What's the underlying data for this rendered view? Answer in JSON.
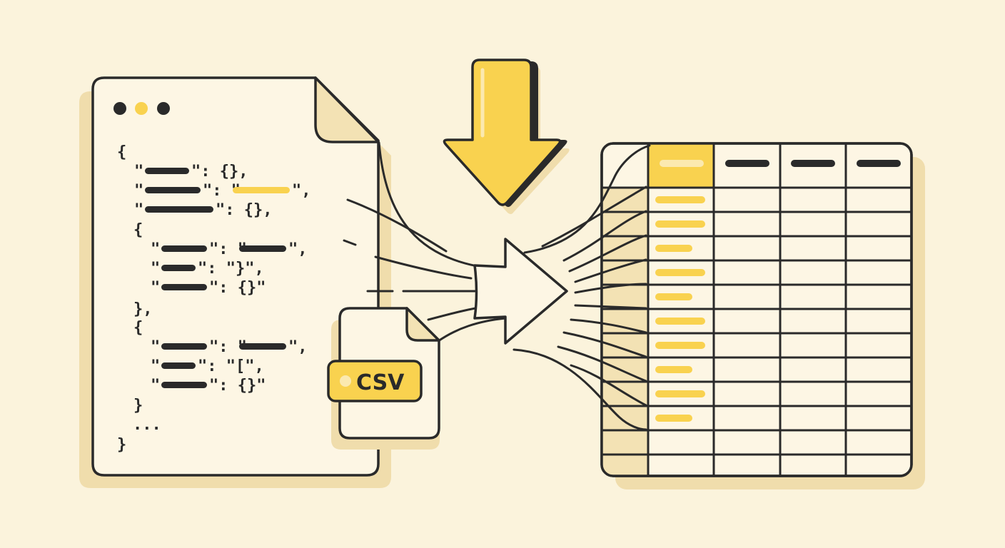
{
  "colors": {
    "background": "#fbf3dc",
    "paper": "#fdf6e4",
    "shadow": "#f0ddac",
    "ink": "#2a2a2a",
    "accent": "#f9d24f",
    "accent_pale": "#fbe9b0"
  },
  "json_document": {
    "icon": "json-code-document-icon",
    "window_dots": [
      "dark",
      "yellow",
      "dark"
    ]
  },
  "csv_file": {
    "icon": "csv-file-icon",
    "label": "CSV"
  },
  "download_arrow": {
    "icon": "download-arrow-icon"
  },
  "flow_arrow": {
    "icon": "right-arrow-icon"
  },
  "table": {
    "icon": "spreadsheet-table-icon",
    "columns": 5,
    "rows": 12
  }
}
